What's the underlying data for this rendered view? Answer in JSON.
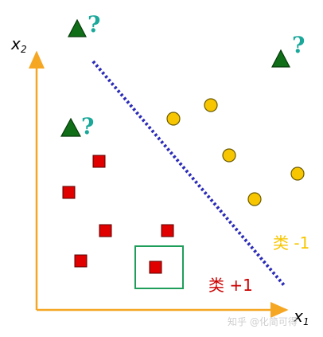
{
  "axes": {
    "x_label": "x",
    "x_subscript": "1",
    "y_label": "x",
    "y_subscript": "2",
    "axis_color": "#f5a623"
  },
  "decision_boundary": {
    "style": "dotted",
    "color": "#2b2bb8"
  },
  "classes": {
    "negative": {
      "label": "类 -1",
      "color": "#f7c600",
      "marker": "circle"
    },
    "positive": {
      "label": "类 +1",
      "color": "#cc0000",
      "marker": "square"
    }
  },
  "unknown_marker": {
    "glyph": "?",
    "color": "#1aa89a",
    "triangle_color": "#0f6e17"
  },
  "highlight_box_color": "#1e9e5a",
  "watermark": "知乎 @化简可得"
}
